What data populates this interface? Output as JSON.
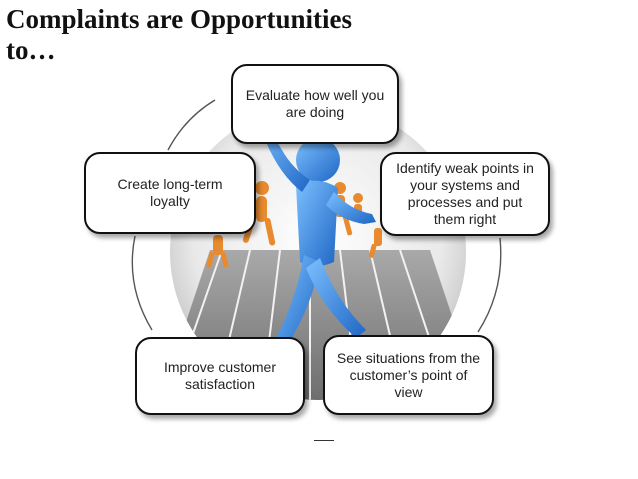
{
  "title": {
    "line1": "Complaints are Opportunities",
    "line2": "to…"
  },
  "cycle": {
    "steps": [
      {
        "id": "evaluate",
        "text": "Evaluate how well you are doing"
      },
      {
        "id": "identify",
        "text": "Identify weak points in your systems and processes and put them right"
      },
      {
        "id": "see",
        "text": "See situations from the customer’s point of view"
      },
      {
        "id": "improve",
        "text": "Improve customer satisfaction"
      },
      {
        "id": "create",
        "text": "Create long-term loyalty"
      }
    ]
  },
  "colors": {
    "figure_main": "#3f8fe0",
    "figure_runners": "#e88a2e",
    "track": "#8a8a8a",
    "box_border": "#111111",
    "connector": "#555555"
  },
  "icons": {
    "illustration": "runner-race-illustration"
  }
}
